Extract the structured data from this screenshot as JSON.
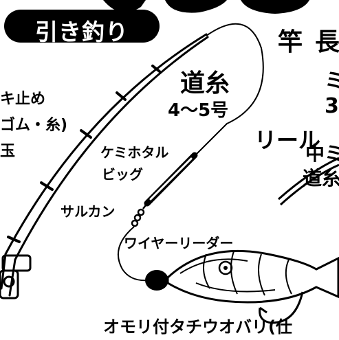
{
  "badge": {
    "title": "引き釣り"
  },
  "labels": {
    "rod": "竿",
    "rod_length_partial": "長",
    "rod_detail_a": "ミ",
    "rod_detail_b": "3",
    "line_name": "道糸",
    "line_size": "4～5号",
    "reel": "リール",
    "reel_line_a": "中ミ",
    "reel_line_b": "道糸",
    "stopper_a": "キ止め",
    "stopper_b": "ゴム・糸)",
    "bead": "玉",
    "float_a": "ケミホタル",
    "float_b": "ビッグ",
    "swivel": "サルカン",
    "wire_leader": "ワイヤーリーダー",
    "lure": "オモリ付タチウオバリ(仕"
  },
  "colors": {
    "ink": "#000000",
    "paper": "#ffffff"
  }
}
